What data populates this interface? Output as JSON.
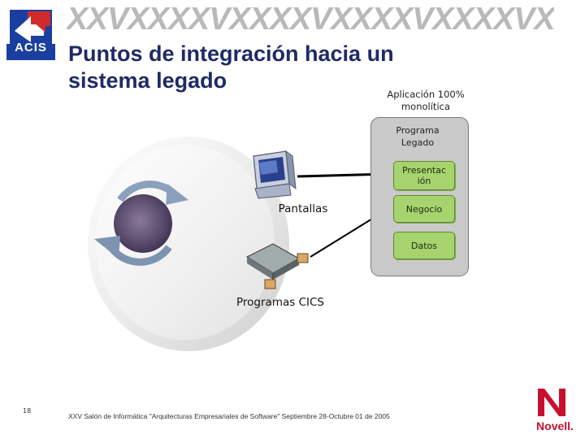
{
  "header": {
    "logo_text": "ACIS",
    "banner_text": "XXVXXXXVXXXXVXXXXVXXXXVXXXXVXXXXVXXXXV"
  },
  "title": {
    "line1": "Puntos de integración hacia un",
    "line2": "sistema legado"
  },
  "diagram": {
    "application_label_line1": "Aplicación 100%",
    "application_label_line2": "monolítica",
    "program_label_line1": "Programa",
    "program_label_line2": "Legado",
    "layers": {
      "presentation_line1": "Presentac",
      "presentation_line2": "ión",
      "business": "Negocio",
      "data": "Datos"
    },
    "screens_label": "Pantallas",
    "cics_label": "Programas CICS"
  },
  "footer": {
    "page_number": "18",
    "text": "XXV Salón de Informática \"Arquitecturas Empresariales de Software\" Septiembre 28-Octubre 01 de 2005"
  },
  "brand": {
    "novell_text": "Novell.",
    "novell_color": "#c8102e",
    "title_color": "#1f2a66",
    "layer_color": "#a6d36e",
    "container_color": "#c9c9c9",
    "acis_blue": "#1a3fa0",
    "acis_red": "#d02a2a"
  }
}
